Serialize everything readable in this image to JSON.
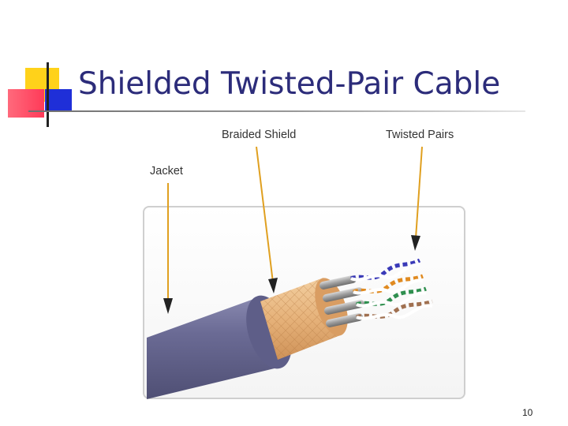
{
  "slide": {
    "title": "Shielded Twisted-Pair Cable",
    "page_number": "10"
  },
  "diagram": {
    "labels": {
      "jacket": "Jacket",
      "braided_shield": "Braided Shield",
      "twisted_pairs": "Twisted Pairs"
    },
    "colors": {
      "title": "#2c2c7a",
      "jacket": "#6f6f9a",
      "braid": "#e8b47a",
      "arrow": "#e0a020",
      "pair_blue": "#3a3ab8",
      "pair_orange": "#e08a20",
      "pair_green": "#2f8f4f",
      "pair_brown": "#a07050"
    }
  }
}
